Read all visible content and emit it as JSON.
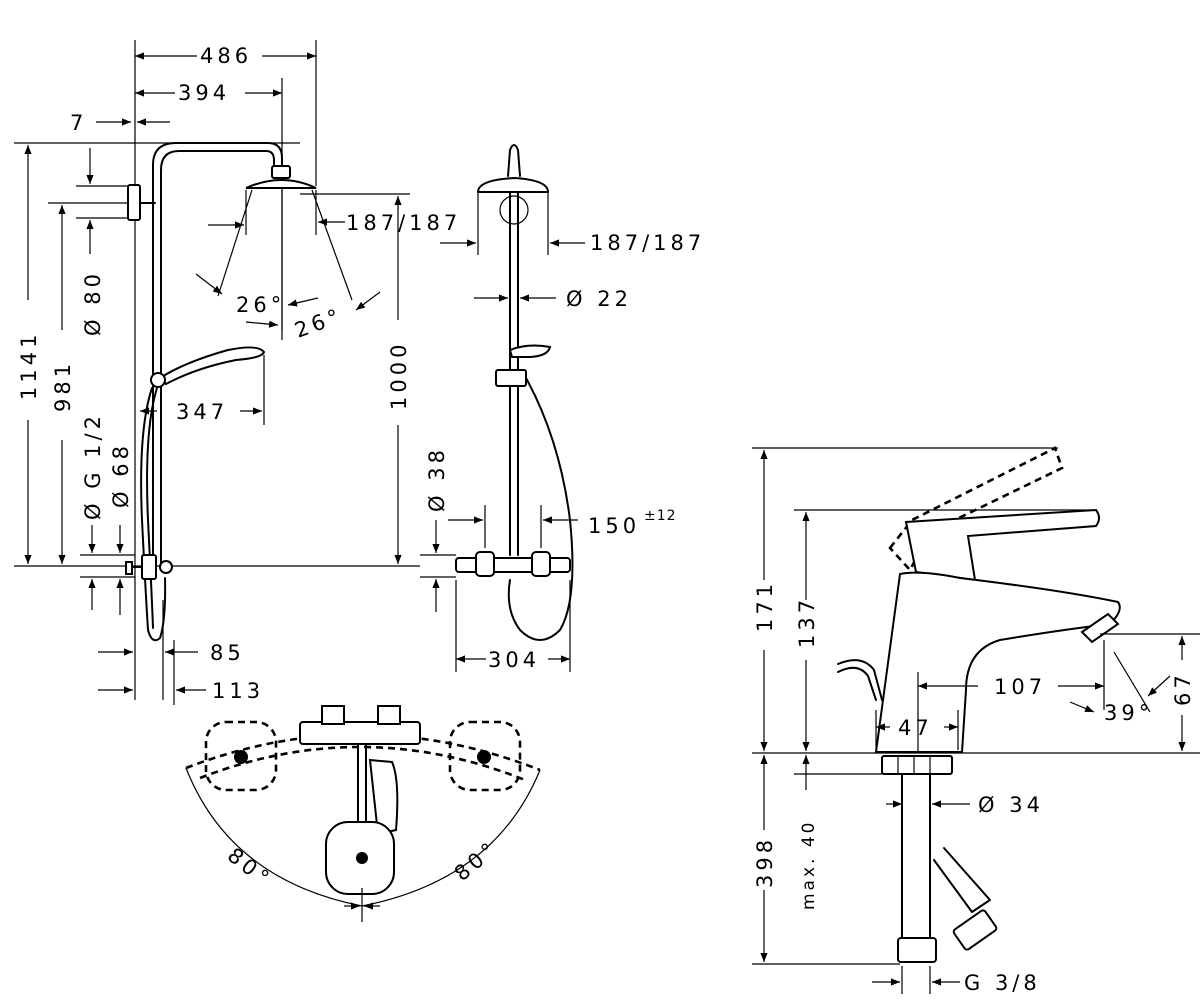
{
  "labels": {
    "d486": "486",
    "d394": "394",
    "d7": "7",
    "d1141": "1141",
    "d981": "981",
    "d_dia80": "Ø 80",
    "d_g12": "Ø G 1/2",
    "d_dia68": "Ø 68",
    "d187a": "187/187",
    "d187b": "187/187",
    "d26a": "26°",
    "d26b": "26°",
    "d347": "347",
    "d1000": "1000",
    "d_dia38": "Ø 38",
    "d_dia22": "Ø 22",
    "d150": "150",
    "d150_tol": "±12",
    "d304": "304",
    "d85": "85",
    "d113": "113",
    "d80a": "80°",
    "d80b": "80°",
    "d171": "171",
    "d137": "137",
    "d107": "107",
    "d47": "47",
    "d39": "39°",
    "d67": "67",
    "d398": "398",
    "dmax40": "max. 40",
    "d_dia34": "Ø 34",
    "dg38": "G 3/8"
  }
}
